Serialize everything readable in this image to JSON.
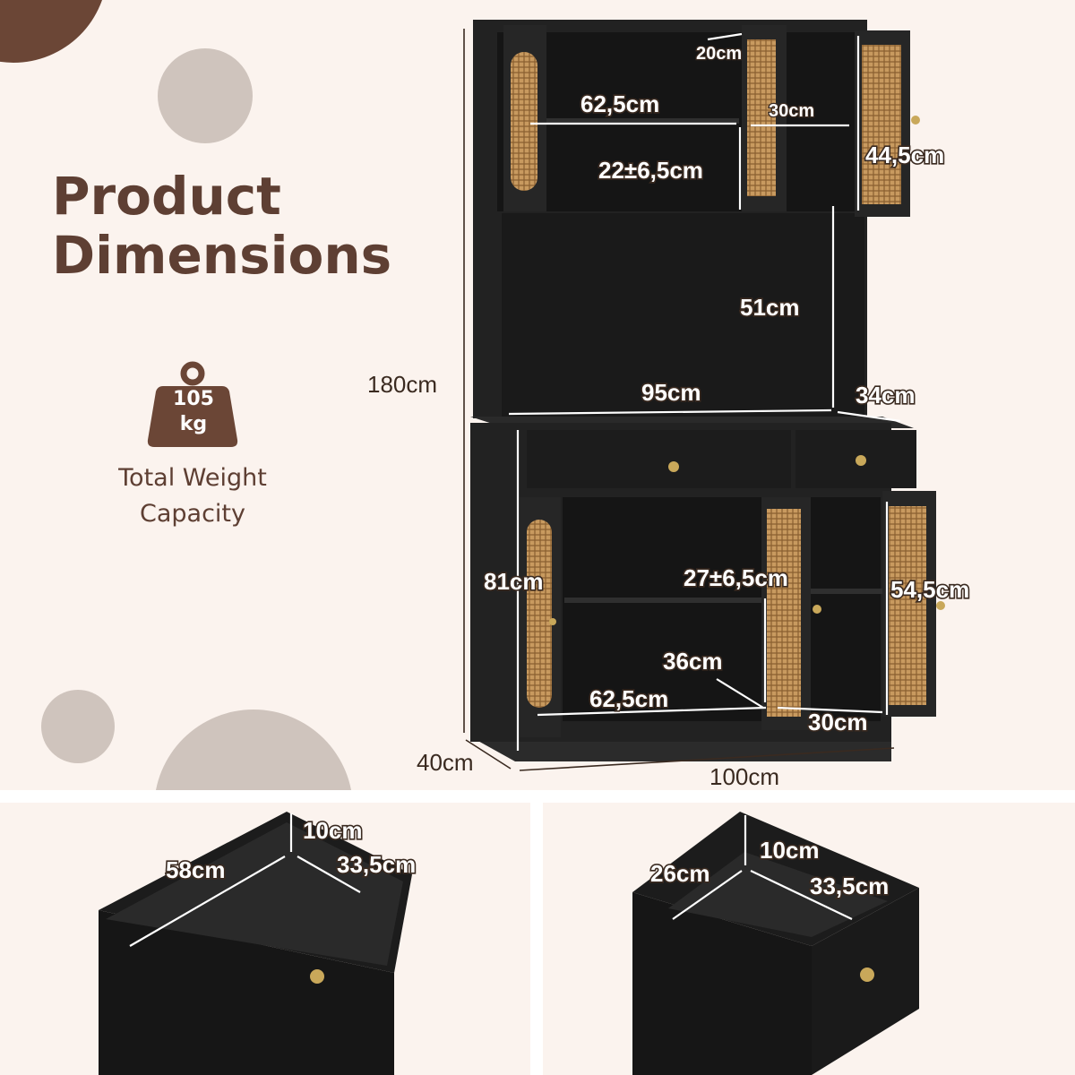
{
  "heading": {
    "line1": "Product",
    "line2": "Dimensions"
  },
  "weight": {
    "value": "105",
    "unit": "kg",
    "caption_line1": "Total Weight",
    "caption_line2": "Capacity",
    "icon": "weight-icon"
  },
  "colors": {
    "background": "#fbf3ee",
    "brown": "#5e3f33",
    "deco_brown": "#6b4636",
    "deco_grey": "#cfc4bd",
    "cabinet": "#1f1f1f",
    "rattan": "#c89a5f"
  },
  "dimensions": {
    "overall_height": "180cm",
    "overall_width": "100cm",
    "overall_depth": "40cm",
    "top_left_width": "62,5cm",
    "top_door_depth": "20cm",
    "top_right_width": "30cm",
    "top_right_height": "44,5cm",
    "top_shelf_height": "22±6,5cm",
    "hutch_opening_height": "51cm",
    "counter_width": "95cm",
    "counter_depth": "34cm",
    "lower_height": "81cm",
    "lower_shelf_height": "27±6,5cm",
    "lower_right_height": "54,5cm",
    "lower_depth": "36cm",
    "lower_left_width": "62,5cm",
    "lower_right_width": "30cm"
  },
  "drawer_large": {
    "height": "10cm",
    "length": "58cm",
    "depth": "33,5cm"
  },
  "drawer_small": {
    "height": "10cm",
    "width": "26cm",
    "depth": "33,5cm"
  }
}
